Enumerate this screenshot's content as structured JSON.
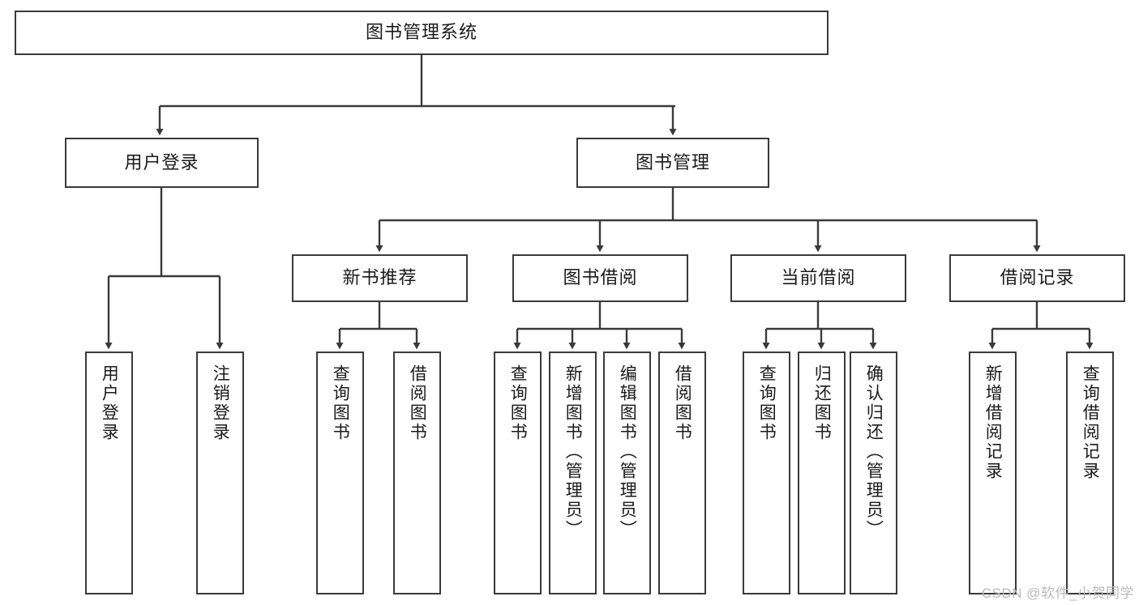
{
  "diagram": {
    "type": "hierarchy-tree",
    "title": "图书管理系统",
    "orientation": "top-down",
    "style": {
      "box_border_color": "#3a3a3a",
      "box_fill_color": "#ffffff",
      "edge_color": "#3a3a3a",
      "text_color": "#1a1a1a",
      "background": "#ffffff"
    },
    "levels": [
      {
        "level": 1,
        "nodes": [
          {
            "id": "root",
            "label": "图书管理系统",
            "orientation": "horizontal"
          }
        ]
      },
      {
        "level": 2,
        "nodes": [
          {
            "id": "login",
            "label": "用户登录",
            "orientation": "horizontal",
            "parent": "root"
          },
          {
            "id": "bookmgmt",
            "label": "图书管理",
            "orientation": "horizontal",
            "parent": "root"
          }
        ]
      },
      {
        "level": 3,
        "nodes": [
          {
            "id": "newbook",
            "label": "新书推荐",
            "orientation": "horizontal",
            "parent": "bookmgmt"
          },
          {
            "id": "borrow",
            "label": "图书借阅",
            "orientation": "horizontal",
            "parent": "bookmgmt"
          },
          {
            "id": "current",
            "label": "当前借阅",
            "orientation": "horizontal",
            "parent": "bookmgmt"
          },
          {
            "id": "records",
            "label": "借阅记录",
            "orientation": "horizontal",
            "parent": "bookmgmt"
          }
        ]
      },
      {
        "level": 4,
        "nodes": [
          {
            "id": "leaf-user-login",
            "label": "用户登录",
            "orientation": "vertical",
            "parent": "login"
          },
          {
            "id": "leaf-user-logout",
            "label": "注销登录",
            "orientation": "vertical",
            "parent": "login"
          },
          {
            "id": "leaf-nb-query",
            "label": "查询图书",
            "orientation": "vertical",
            "parent": "newbook"
          },
          {
            "id": "leaf-nb-borrow",
            "label": "借阅图书",
            "orientation": "vertical",
            "parent": "newbook"
          },
          {
            "id": "leaf-bo-query",
            "label": "查询图书",
            "orientation": "vertical",
            "parent": "borrow"
          },
          {
            "id": "leaf-bo-add",
            "label": "新增图书（管理员）",
            "orientation": "vertical",
            "parent": "borrow"
          },
          {
            "id": "leaf-bo-edit",
            "label": "编辑图书（管理员）",
            "orientation": "vertical",
            "parent": "borrow"
          },
          {
            "id": "leaf-bo-borrow",
            "label": "借阅图书",
            "orientation": "vertical",
            "parent": "borrow"
          },
          {
            "id": "leaf-cu-query",
            "label": "查询图书",
            "orientation": "vertical",
            "parent": "current"
          },
          {
            "id": "leaf-cu-return",
            "label": "归还图书",
            "orientation": "vertical",
            "parent": "current"
          },
          {
            "id": "leaf-cu-confirm",
            "label": "确认归还（管理员）",
            "orientation": "vertical",
            "parent": "current"
          },
          {
            "id": "leaf-re-add",
            "label": "新增借阅记录",
            "orientation": "vertical",
            "parent": "records"
          },
          {
            "id": "leaf-re-query",
            "label": "查询借阅记录",
            "orientation": "vertical",
            "parent": "records"
          }
        ]
      }
    ]
  },
  "watermark": {
    "text": "CSDN @软件_小贺同学"
  }
}
